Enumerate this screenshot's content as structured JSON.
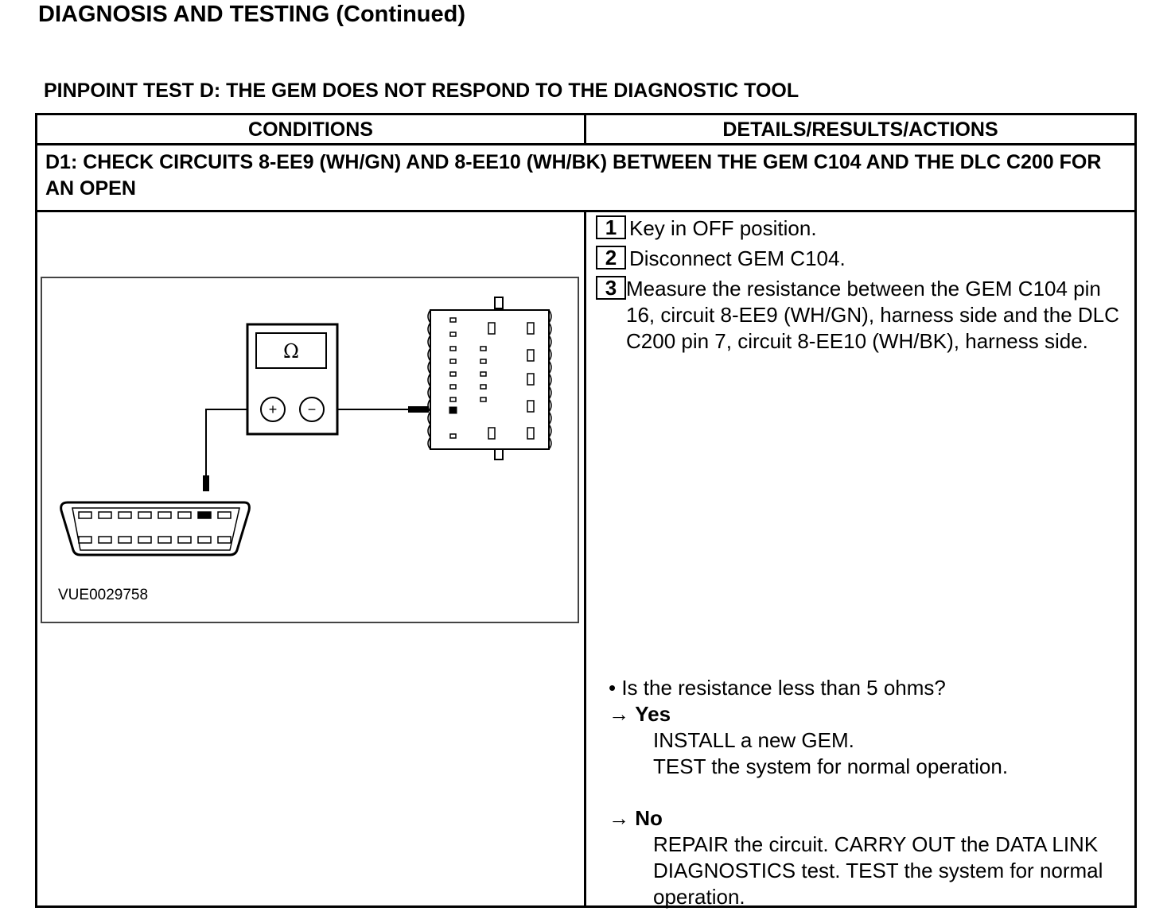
{
  "page_title": "DIAGNOSIS AND TESTING (Continued)",
  "test_title": "PINPOINT TEST D: THE GEM DOES NOT RESPOND TO THE DIAGNOSTIC TOOL",
  "table": {
    "col_conditions": "CONDITIONS",
    "col_details": "DETAILS/RESULTS/ACTIONS"
  },
  "step": {
    "title": "D1: CHECK CIRCUITS 8-EE9 (WH/GN) AND 8-EE10 (WH/BK) BETWEEN THE GEM C104 AND THE DLC C200 FOR AN OPEN",
    "figure_id": "VUE0029758",
    "meter_symbol": "Ω",
    "meter_plus": "+",
    "meter_minus": "−",
    "actions": [
      {
        "num": "1",
        "text": "Key in OFF position."
      },
      {
        "num": "2",
        "text": "Disconnect GEM C104."
      },
      {
        "num": "3",
        "text": "Measure the resistance between the GEM C104 pin 16, circuit 8-EE9 (WH/GN), harness side and the DLC C200 pin 7, circuit 8-EE10 (WH/BK), harness side."
      }
    ],
    "question": "• Is the resistance less than 5 ohms?",
    "yes": {
      "arrow": "→",
      "label": "Yes",
      "lines": [
        "INSTALL a new GEM.",
        "TEST the system for normal operation."
      ]
    },
    "no": {
      "arrow": "→",
      "label": "No",
      "text": "REPAIR the circuit. CARRY OUT the DATA LINK DIAGNOSTICS test. TEST the system for normal operation."
    }
  }
}
